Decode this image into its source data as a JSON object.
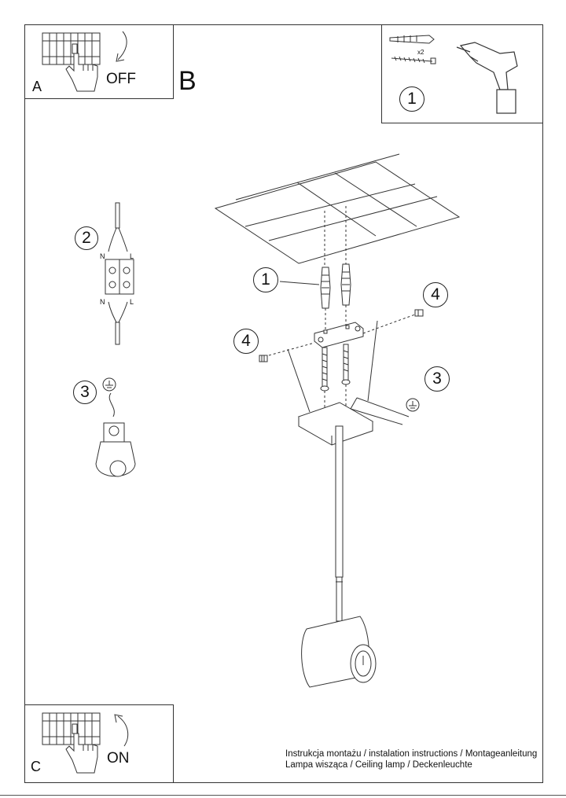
{
  "panel_a": {
    "letter": "A",
    "action": "OFF"
  },
  "panel_b": {
    "letter": "B"
  },
  "panel_c": {
    "letter": "C",
    "action": "ON"
  },
  "tools": {
    "quantity": "x2",
    "step": "1"
  },
  "wiring": {
    "step": "2",
    "terminal_n_top": "N",
    "terminal_l_top": "L",
    "terminal_n_bottom": "N",
    "terminal_l_bottom": "L"
  },
  "ground": {
    "step": "3"
  },
  "assembly": {
    "callout_dowel": "1",
    "callout_screw_left": "4",
    "callout_screw_right": "4",
    "callout_ground": "3"
  },
  "caption": {
    "line1": "Instrukcja montażu / instalation instructions / Montageanleitung",
    "line2": "Lampa wisząca / Ceiling lamp / Deckenleuchte"
  }
}
